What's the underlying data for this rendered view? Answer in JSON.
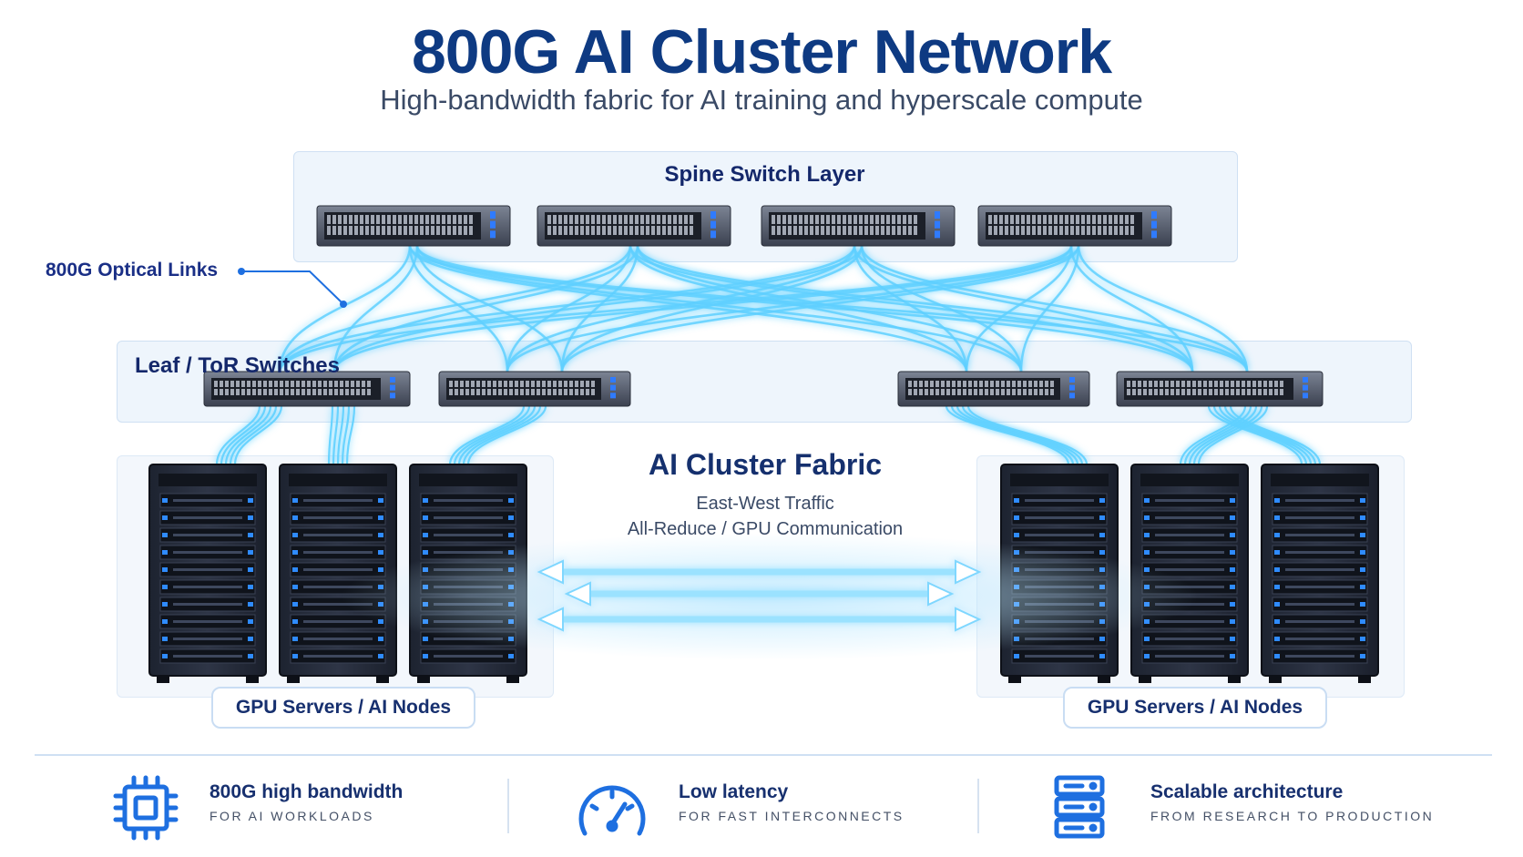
{
  "title": "800G AI Cluster Network",
  "subtitle": "High-bandwidth fabric for AI training and hyperscale compute",
  "spine": {
    "title": "Spine Switch Layer",
    "switch_count": 4
  },
  "leaf": {
    "title": "Leaf / ToR Switches",
    "switch_count": 4
  },
  "links_label": "800G Optical Links",
  "fabric": {
    "title": "AI Cluster Fabric",
    "line1": "East-West Traffic",
    "line2": "All-Reduce / GPU Communication"
  },
  "servers": {
    "left_label": "GPU Servers / AI Nodes",
    "right_label": "GPU Servers / AI Nodes",
    "racks_per_group": 3
  },
  "features": [
    {
      "icon": "chip-icon",
      "title": "800G high bandwidth",
      "subtitle": "FOR AI WORKLOADS"
    },
    {
      "icon": "gauge-icon",
      "title": "Low latency",
      "subtitle": "FOR FAST INTERCONNECTS"
    },
    {
      "icon": "server-stack-icon",
      "title": "Scalable architecture",
      "subtitle": "FROM RESEARCH TO PRODUCTION"
    }
  ],
  "colors": {
    "title": "#0e3a82",
    "accent": "#1e6fe0",
    "link_glow": "#5fd0ff",
    "panel": "#eef5fc"
  }
}
